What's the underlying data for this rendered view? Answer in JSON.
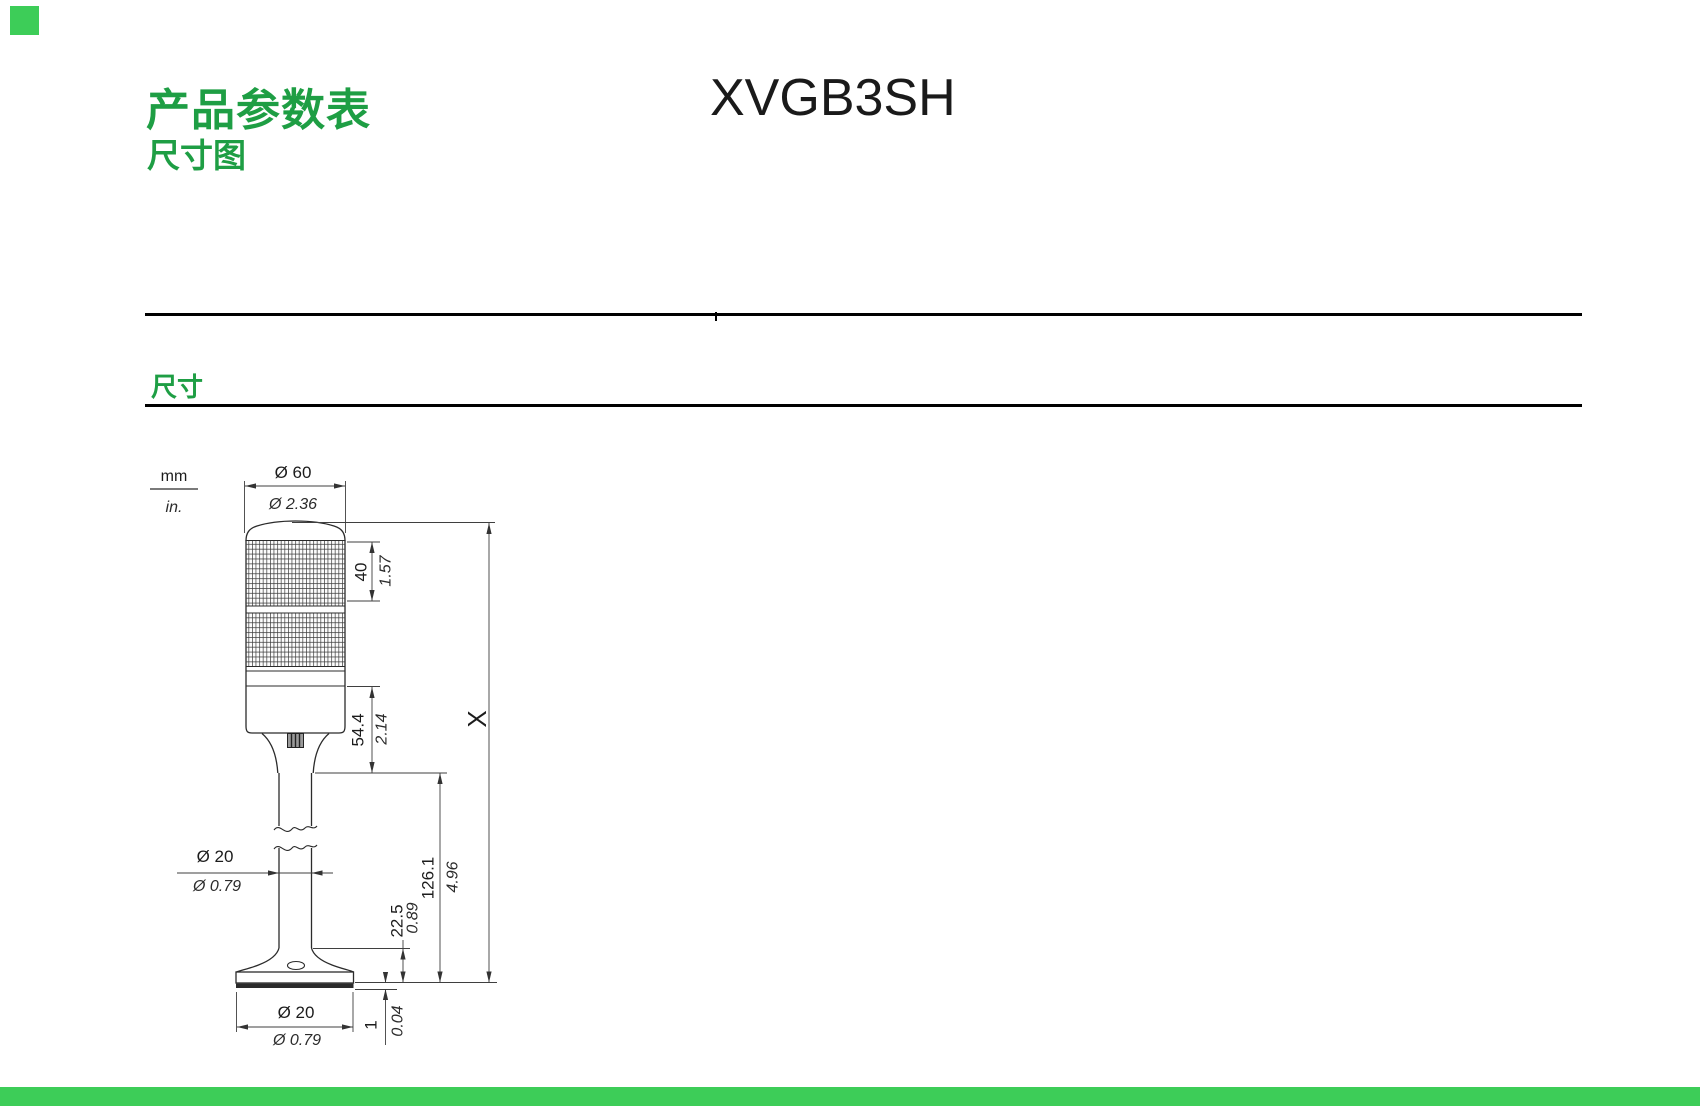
{
  "page": {
    "title": "产品参数表",
    "subtitle": "尺寸图",
    "product_code": "XVGB3SH",
    "section_label": "尺寸"
  },
  "colors": {
    "brand_green": "#3dcd58",
    "heading_green": "#1e9e44",
    "line_black": "#000000",
    "drawing_line": "#2b2b2b"
  },
  "legend": {
    "mm": "mm",
    "inch": "in."
  },
  "dims": {
    "top_dia_mm": "Ø 60",
    "top_dia_in": "Ø 2.36",
    "lens_h_mm": "40",
    "lens_h_in": "1.57",
    "head_h_mm": "54.4",
    "head_h_in": "2.14",
    "total_height": "X",
    "tube_dia_mm": "Ø 20",
    "tube_dia_in": "Ø 0.79",
    "pole_h_mm": "126.1",
    "pole_h_in": "4.96",
    "base_h_mm": "22.5",
    "base_h_in": "0.89",
    "base_dia_mm": "Ø 20",
    "base_dia_in": "Ø 0.79",
    "plate_t_mm": "1",
    "plate_t_in": "0.04"
  }
}
